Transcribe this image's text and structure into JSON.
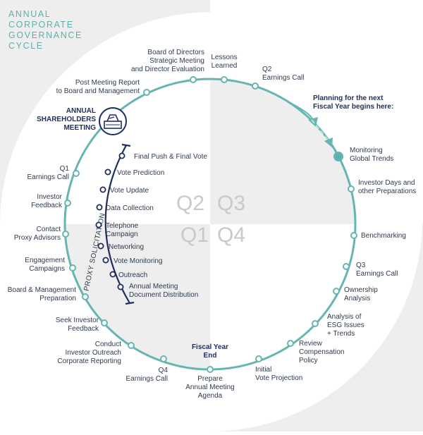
{
  "title": [
    "ANNUAL",
    "CORPORATE",
    "GOVERNANCE",
    "CYCLE"
  ],
  "quarters": [
    "Q2",
    "Q3",
    "Q1",
    "Q4"
  ],
  "colors": {
    "ring": "#66b5b1",
    "dot_fill": "#ffffff",
    "dot_solid": "#5fb0ad",
    "navy": "#1f2e5c",
    "shade": "#eeeeee",
    "quarter_text": "#c9c9c9",
    "title": "#5fb0ad",
    "text": "#2e3b4e"
  },
  "annual_meeting": [
    "ANNUAL",
    "SHAREHOLDERS",
    "MEETING"
  ],
  "planning_note": [
    "Planning for the next",
    "Fiscal Year begins here:"
  ],
  "fiscal_year_end": [
    "Fiscal Year",
    "End"
  ],
  "proxy_label": "PROXY SOLICITATION",
  "milestones": [
    {
      "id": "lessons-learned",
      "lines": [
        "Lessons",
        "Learned"
      ]
    },
    {
      "id": "q2-earnings-call",
      "lines": [
        "Q2",
        "Earnings Call"
      ]
    },
    {
      "id": "monitoring-global-trends",
      "lines": [
        "Monitoring",
        "Global Trends"
      ]
    },
    {
      "id": "investor-days",
      "lines": [
        "Investor Days and",
        "other Preparations"
      ]
    },
    {
      "id": "benchmarking",
      "lines": [
        "Benchmarking"
      ]
    },
    {
      "id": "q3-earnings-call",
      "lines": [
        "Q3",
        "Earnings Call"
      ]
    },
    {
      "id": "ownership-analysis",
      "lines": [
        "Ownership",
        "Analysis"
      ]
    },
    {
      "id": "analysis-esg",
      "lines": [
        "Analysis of",
        "ESG Issues",
        "+ Trends"
      ]
    },
    {
      "id": "review-compensation",
      "lines": [
        "Review",
        "Compensation",
        "Policy"
      ]
    },
    {
      "id": "initial-vote-projection",
      "lines": [
        "Initial",
        "Vote Projection"
      ]
    },
    {
      "id": "prepare-agenda",
      "lines": [
        "Prepare",
        "Annual Meeting",
        "Agenda"
      ]
    },
    {
      "id": "q4-earnings-call",
      "lines": [
        "Q4",
        "Earnings Call"
      ]
    },
    {
      "id": "conduct-investor-outreach",
      "lines": [
        "Conduct",
        "Investor Outreach",
        "Corporate Reporting"
      ]
    },
    {
      "id": "seek-investor-feedback",
      "lines": [
        "Seek Investor",
        "Feedback"
      ]
    },
    {
      "id": "board-management-preparation",
      "lines": [
        "Board & Management",
        "Preparation"
      ]
    },
    {
      "id": "engagement-campaigns",
      "lines": [
        "Engagement",
        "Campaigns"
      ]
    },
    {
      "id": "contact-proxy-advisors",
      "lines": [
        "Contact",
        "Proxy Advisors"
      ]
    },
    {
      "id": "investor-feedback",
      "lines": [
        "Investor",
        "Feedback"
      ]
    },
    {
      "id": "q1-earnings-call",
      "lines": [
        "Q1",
        "Earnings Call"
      ]
    },
    {
      "id": "post-meeting-report",
      "lines": [
        "Post Meeting Report",
        "to Board and Management"
      ]
    },
    {
      "id": "board-strategic-meeting",
      "lines": [
        "Board of Directors",
        "Strategic Meeting",
        "and Director Evaluation"
      ]
    }
  ],
  "proxy_steps": [
    {
      "id": "final-push",
      "lines": [
        "Final Push & Final Vote"
      ]
    },
    {
      "id": "vote-prediction",
      "lines": [
        "Vote Prediction"
      ]
    },
    {
      "id": "vote-update",
      "lines": [
        "Vote Update"
      ]
    },
    {
      "id": "data-collection",
      "lines": [
        "Data Collection"
      ]
    },
    {
      "id": "telephone-campaign",
      "lines": [
        "Telephone",
        "Campaign"
      ]
    },
    {
      "id": "networking",
      "lines": [
        "Networking"
      ]
    },
    {
      "id": "vote-monitoring",
      "lines": [
        "Vote Monitoring"
      ]
    },
    {
      "id": "outreach",
      "lines": [
        "Outreach"
      ]
    },
    {
      "id": "annual-meeting-distribution",
      "lines": [
        "Annual Meeting",
        "Document Distribution"
      ]
    }
  ]
}
